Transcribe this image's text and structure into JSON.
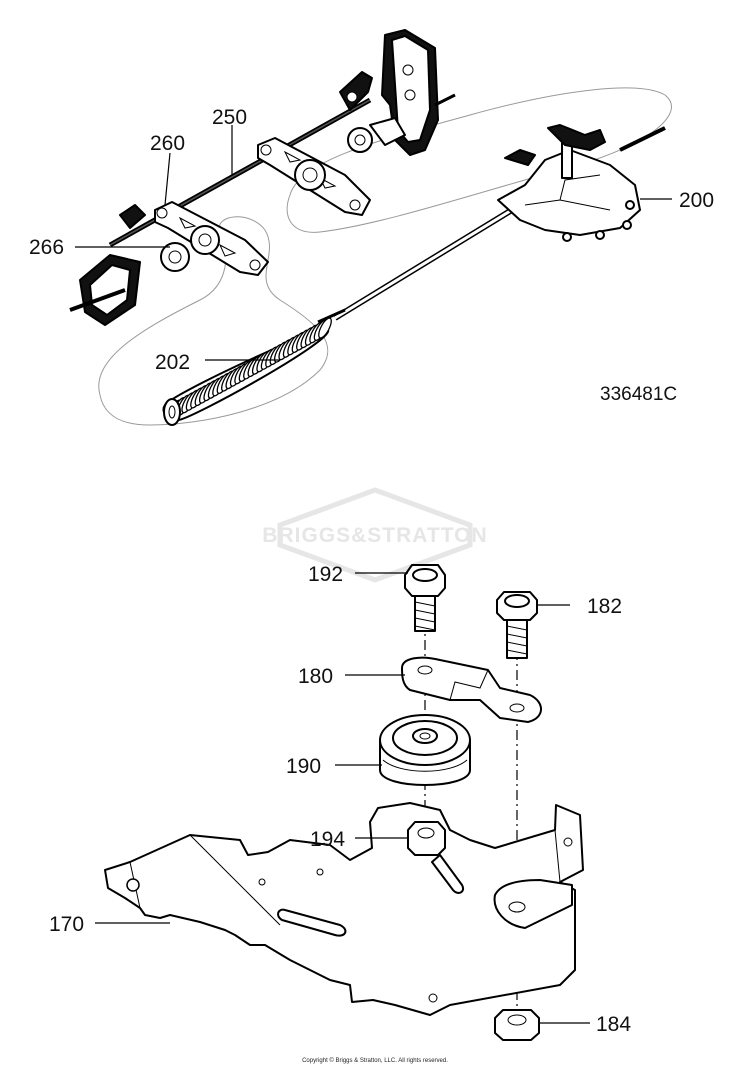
{
  "diagram": {
    "figure_id": "336481C",
    "watermark": "BRIGGS&STRATTON",
    "copyright": "Copyright © Briggs & Stratton, LLC. All rights reserved.",
    "callouts": {
      "c250": "250",
      "c260": "260",
      "c266": "266",
      "c200": "200",
      "c202": "202",
      "c192": "192",
      "c182": "182",
      "c180": "180",
      "c190": "190",
      "c194": "194",
      "c170": "170",
      "c184": "184"
    }
  }
}
